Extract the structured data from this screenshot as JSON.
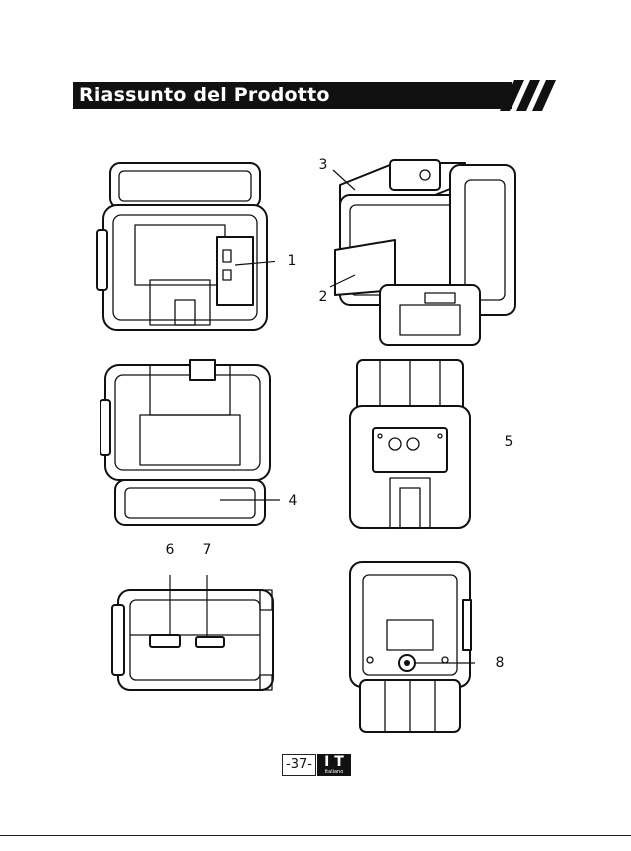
{
  "header": {
    "title": "Riassunto del Prodotto"
  },
  "callouts": [
    "1",
    "2",
    "3",
    "4",
    "5",
    "6",
    "7",
    "8"
  ],
  "footer": {
    "page": "-37-",
    "lang_code": "I T",
    "lang_name": "Italiano"
  },
  "colors": {
    "ink": "#111111",
    "paper": "#ffffff"
  }
}
